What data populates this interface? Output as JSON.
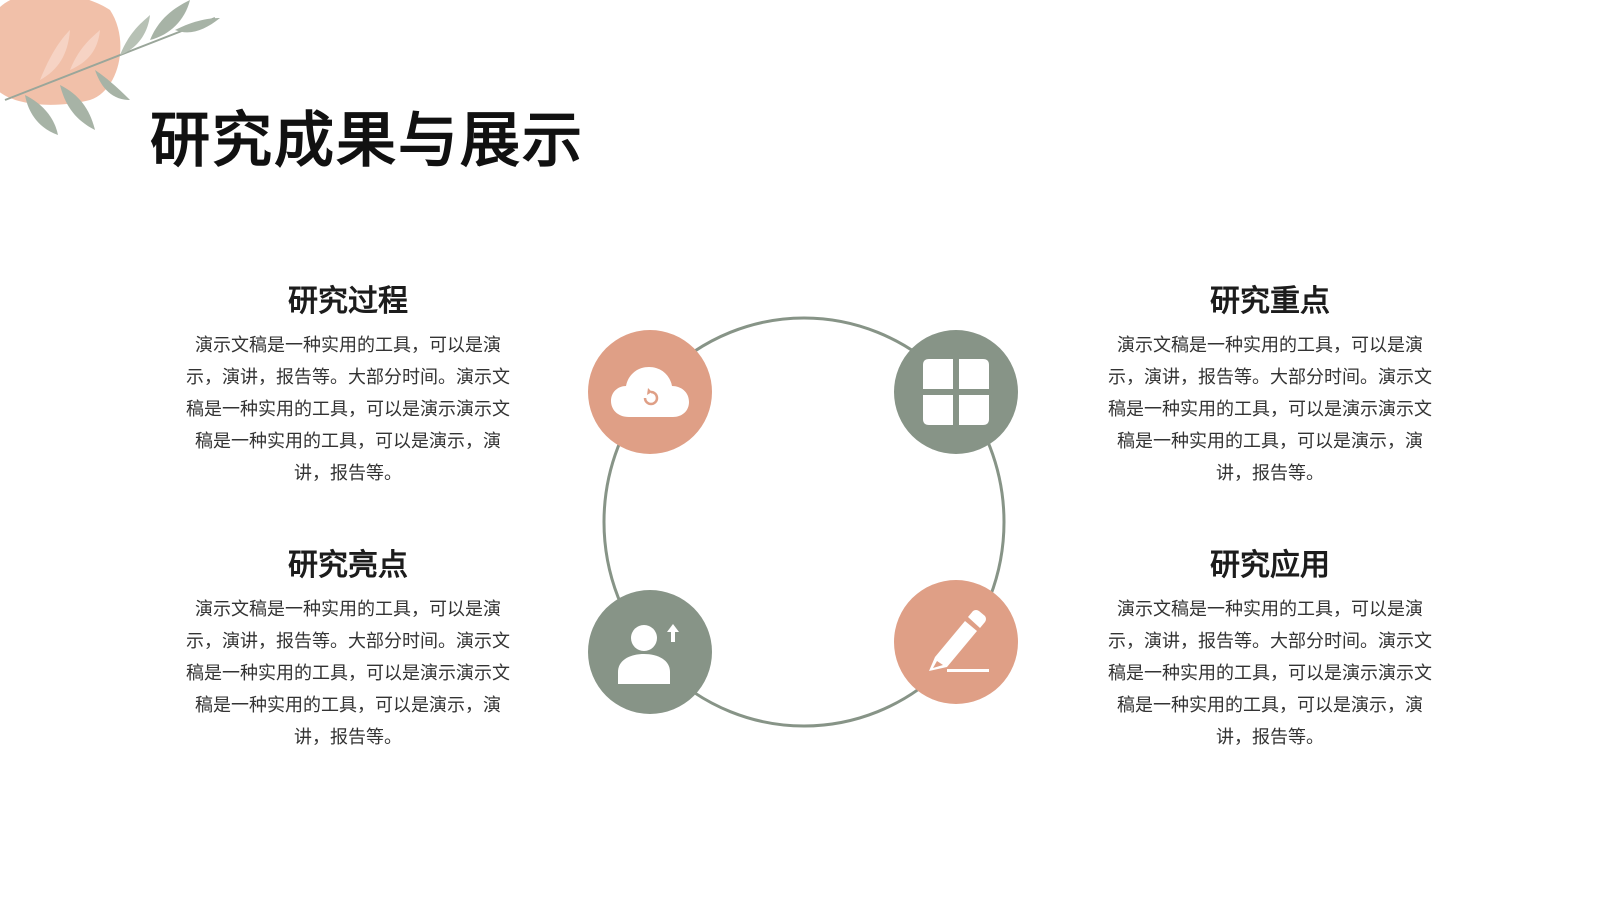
{
  "slide": {
    "title": "研究成果与展示"
  },
  "blocks": {
    "process": {
      "heading": "研究过程",
      "body": "演示文稿是一种实用的工具，可以是演示，演讲，报告等。大部分时间。演示文稿是一种实用的工具，可以是演示演示文稿是一种实用的工具，可以是演示，演讲，报告等。"
    },
    "highlight": {
      "heading": "研究亮点",
      "body": "演示文稿是一种实用的工具，可以是演示，演讲，报告等。大部分时间。演示文稿是一种实用的工具，可以是演示演示文稿是一种实用的工具，可以是演示，演讲，报告等。"
    },
    "focus": {
      "heading": "研究重点",
      "body": "演示文稿是一种实用的工具，可以是演示，演讲，报告等。大部分时间。演示文稿是一种实用的工具，可以是演示演示文稿是一种实用的工具，可以是演示，演讲，报告等。"
    },
    "application": {
      "heading": "研究应用",
      "body": "演示文稿是一种实用的工具，可以是演示，演讲，报告等。大部分时间。演示文稿是一种实用的工具，可以是演示演示文稿是一种实用的工具，可以是演示，演讲，报告等。"
    }
  },
  "icons": {
    "top_left": "cloud-refresh-icon",
    "top_right": "grid-icon",
    "bottom_left": "user-upload-icon",
    "bottom_right": "pencil-icon"
  },
  "colors": {
    "peach": "#df9f86",
    "sage": "#879487",
    "ring": "#879487",
    "title": "#111111"
  }
}
